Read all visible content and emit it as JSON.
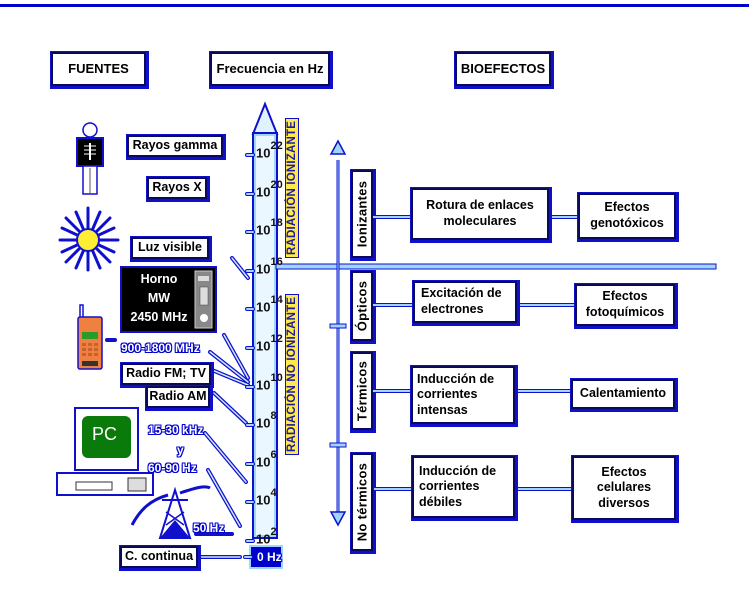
{
  "headers": {
    "fuentes": "FUENTES",
    "frecuencia": "Frecuencia en Hz",
    "bioefectos": "BIOEFECTOS"
  },
  "spectrum": {
    "ticks": [
      {
        "base": "10",
        "exp": "22"
      },
      {
        "base": "10",
        "exp": "20"
      },
      {
        "base": "10",
        "exp": "18"
      },
      {
        "base": "10",
        "exp": "16"
      },
      {
        "base": "10",
        "exp": "14"
      },
      {
        "base": "10",
        "exp": "12"
      },
      {
        "base": "10",
        "exp": "10"
      },
      {
        "base": "10",
        "exp": "8"
      },
      {
        "base": "10",
        "exp": "6"
      },
      {
        "base": "10",
        "exp": "4"
      },
      {
        "base": "10",
        "exp": "2"
      }
    ],
    "zero_label": "0 Hz",
    "ionizing_label": "RADIACIÓN IONIZANTE",
    "non_ionizing_label": "RADIACIÓN NO IONIZANTE"
  },
  "sources": {
    "gamma": "Rayos gamma",
    "xray": "Rayos X",
    "visible": "Luz visible",
    "microwave_line1": "Horno",
    "microwave_line2": "MW",
    "microwave_line3": "2450 MHz",
    "mobile": "900-1800 MHz",
    "fm_tv": "Radio FM; TV",
    "am": "Radio AM",
    "pc_freq1": "15-30 kHz",
    "pc_freq_and": "y",
    "pc_freq2": "60-90 Hz",
    "pc_screen": "PC",
    "power_line": "50 Hz",
    "dc": "C. continua"
  },
  "categories": [
    {
      "name": "Ionizantes",
      "mechanism": "Rotura de enlaces moleculares",
      "effect": "Efectos genotóxicos"
    },
    {
      "name": "Ópticos",
      "mechanism": "Excitación de electrones",
      "effect": "Efectos fotoquímicos"
    },
    {
      "name": "Térmicos",
      "mechanism": "Inducción de corrientes intensas",
      "effect": "Calentamiento"
    },
    {
      "name": "No térmicos",
      "mechanism": "Inducción de corrientes débiles",
      "effect": "Efectos celulares diversos"
    }
  ],
  "colors": {
    "border_blue": "#0000cc",
    "light_blue": "#9fd6ff",
    "label_yellow": "#ffe94a",
    "pc_green": "#0a7a0a",
    "phone_orange": "#f08040"
  }
}
